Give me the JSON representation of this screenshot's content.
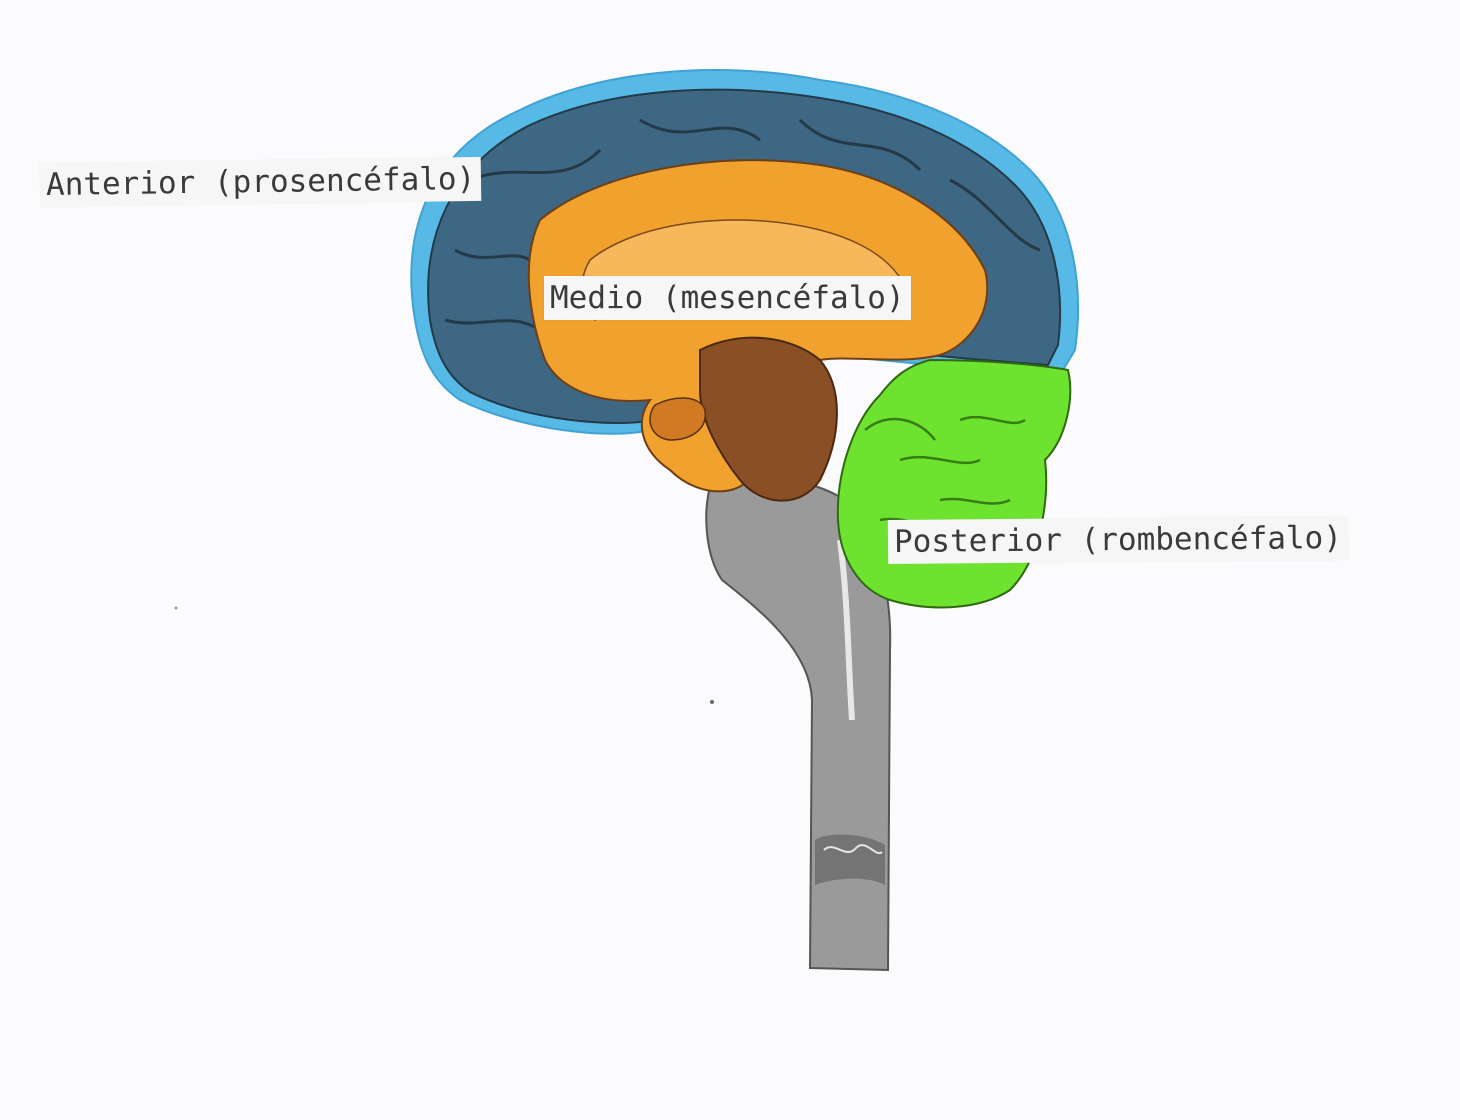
{
  "labels": {
    "anterior": "Anterior (prosencéfalo)",
    "medio": "Medio (mesencéfalo)",
    "posterior": "Posterior (rombencéfalo)"
  },
  "colors": {
    "background": "#fbfbfd",
    "forebrain_outline": "#57b9e6",
    "forebrain_fill": "#3d6782",
    "midbrain_fill": "#f0a12e",
    "midbrain_dark": "#8a4f25",
    "hindbrain_fill": "#6ee32f",
    "brainstem_fill": "#9a9a9a",
    "label_background": "#f6f6f6",
    "label_text": "#3a3a3a"
  }
}
